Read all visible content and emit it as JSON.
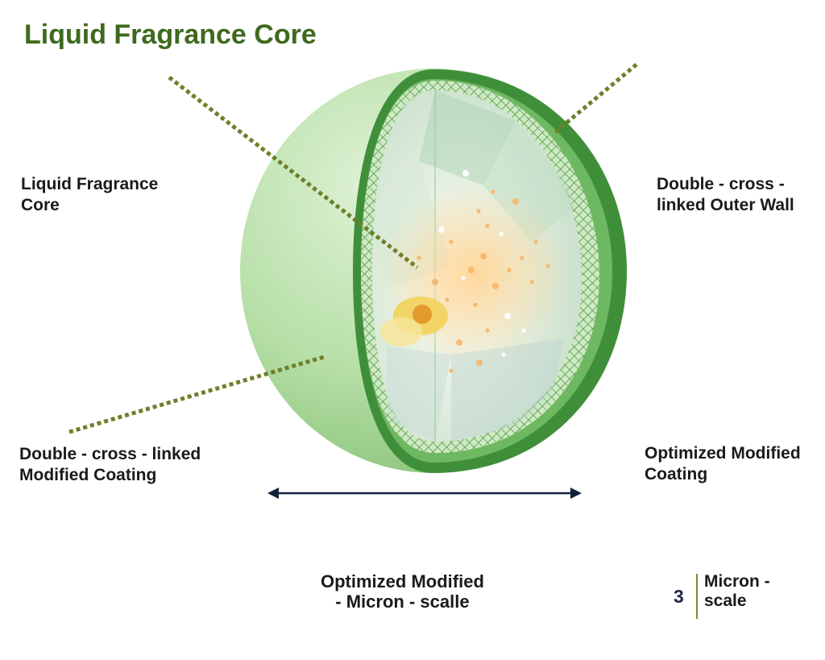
{
  "title": "Liquid Fragrance Core",
  "labels": {
    "core": [
      "Liquid Fragrance",
      "Core"
    ],
    "outer_wall": [
      "Double - cross -",
      "linked Outer Wall"
    ],
    "coating_left": [
      "Double - cross - linked",
      "Modified Coating"
    ],
    "coating_right": [
      "Optimized Modified",
      "Coating"
    ],
    "bottom_caption": [
      "Optimized Modified",
      "- Micron - scalle"
    ],
    "micron_scale": [
      "Micron -",
      "scale"
    ]
  },
  "scale_number": "3",
  "colors": {
    "title": "#3f6a1e",
    "leader_line": "#6e7f2a",
    "shell_light": "#bfe3b0",
    "shell_dark": "#3f8f3a",
    "arrow": "#14213d",
    "sparkle": "#f6b46a"
  }
}
